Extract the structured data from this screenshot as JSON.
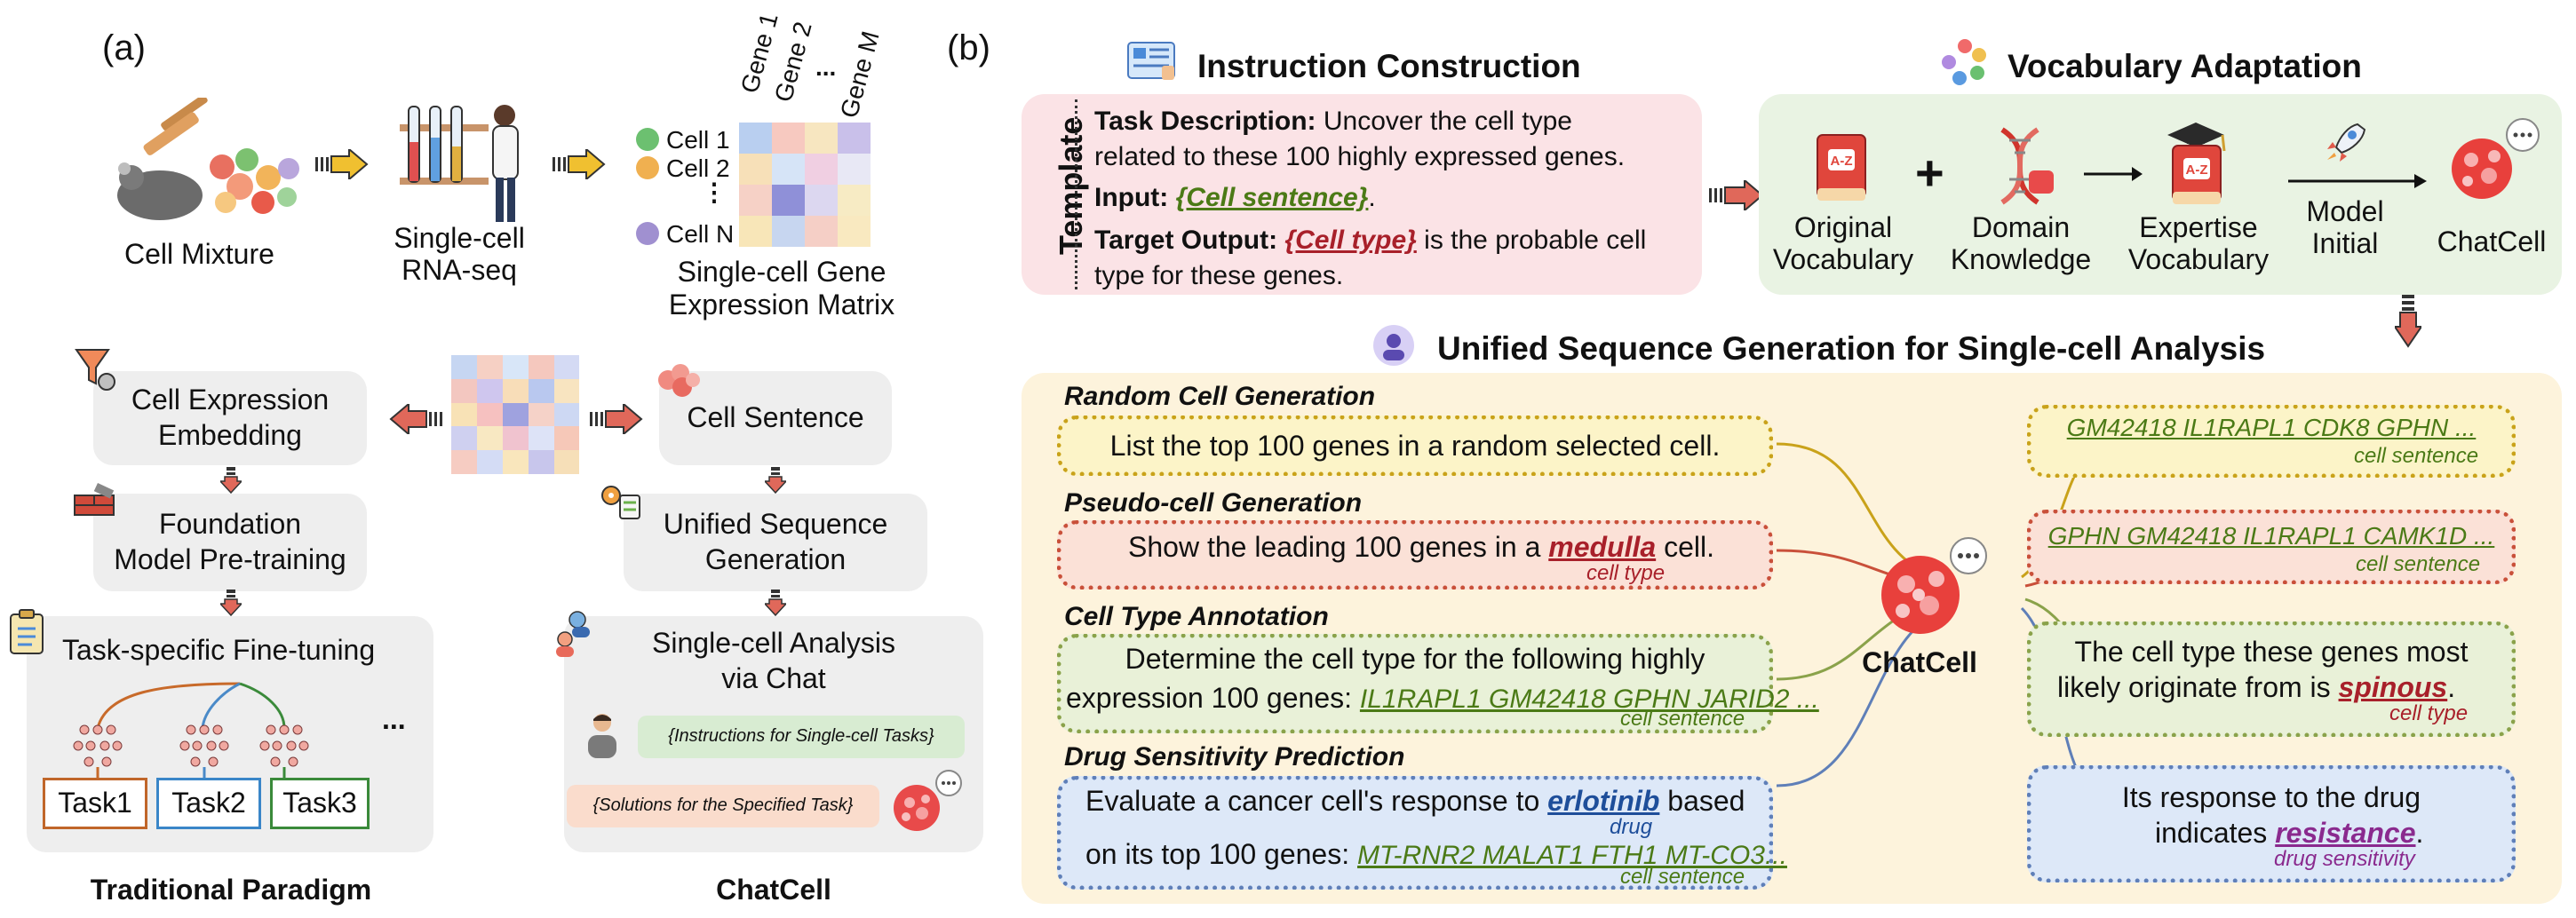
{
  "panel_a": {
    "label": "(a)",
    "top": {
      "cell_mixture": "Cell Mixture",
      "rnaseq_line1": "Single-cell",
      "rnaseq_line2": "RNA-seq",
      "matrix_cols": [
        "Gene 1",
        "Gene 2",
        "...",
        "Gene M"
      ],
      "matrix_rows": [
        "Cell 1",
        "Cell 2",
        "Cell N"
      ],
      "matrix_title_line1": "Single-cell Gene",
      "matrix_title_line2": "Expression Matrix"
    },
    "traditional": {
      "embed_line1": "Cell Expression",
      "embed_line2": "Embedding",
      "found_line1": "Foundation",
      "found_line2": "Model Pre-training",
      "finetune": "Task-specific Fine-tuning",
      "tasks": [
        "Task1",
        "Task2",
        "Task3"
      ],
      "ellipsis": "...",
      "caption": "Traditional Paradigm"
    },
    "chatcell": {
      "sentence": "Cell Sentence",
      "unified_line1": "Unified Sequence",
      "unified_line2": "Generation",
      "analysis_line1": "Single-cell Analysis",
      "analysis_line2": "via Chat",
      "instructions": "{Instructions for Single-cell Tasks}",
      "solutions": "{Solutions for the Specified Task}",
      "caption": "ChatCell"
    }
  },
  "panel_b": {
    "label": "(b)",
    "instruction": {
      "header": "Instruction Construction",
      "template_label": "Template",
      "task_desc_label": "Task Description:",
      "task_desc_line1": "Uncover the cell type",
      "task_desc_line2": "related to these 100 highly expressed genes.",
      "input_label": "Input:",
      "input_value": "{Cell sentence}",
      "input_end": ".",
      "target_label": "Target Output:",
      "target_value": "{Cell type}",
      "target_rest": "is the probable cell",
      "target_line2": "type for these genes."
    },
    "vocab": {
      "header": "Vocabulary Adaptation",
      "original_line1": "Original",
      "original_line2": "Vocabulary",
      "plus": "+",
      "domain_line1": "Domain",
      "domain_line2": "Knowledge",
      "expertise_line1": "Expertise",
      "expertise_line2": "Vocabulary",
      "model_line1": "Model",
      "model_line2": "Initial",
      "chatcell": "ChatCell"
    },
    "unified": {
      "header": "Unified Sequence Generation for Single-cell Analysis",
      "center_label": "ChatCell",
      "tasks": [
        {
          "title": "Random Cell Generation",
          "input": "List the top 100 genes in a random selected cell.",
          "output_genes": "GM42418 IL1RAPL1 CDK8 GPHN ...",
          "output_sub": "cell sentence"
        },
        {
          "title": "Pseudo-cell Generation",
          "input_pre": "Show the leading 100 genes in a",
          "input_key": "medulla",
          "input_post": "cell.",
          "input_sub": "cell type",
          "output_genes": "GPHN GM42418 IL1RAPL1 CAMK1D ...",
          "output_sub": "cell sentence"
        },
        {
          "title": "Cell Type Annotation",
          "input_line1": "Determine the cell type for the following highly",
          "input_line2_pre": "expression 100 genes:",
          "input_genes": "IL1RAPL1 GM42418 GPHN JARID2 ...",
          "input_sub": "cell sentence",
          "output_line1": "The cell type these genes most",
          "output_line2_pre": "likely originate from is",
          "output_key": "spinous",
          "output_end": ".",
          "output_sub": "cell type"
        },
        {
          "title": "Drug Sensitivity Prediction",
          "input_line1_pre": "Evaluate a cancer cell's response to",
          "input_drug": "erlotinib",
          "input_line1_post": "based",
          "input_drug_sub": "drug",
          "input_line2_pre": "on its top 100 genes:",
          "input_genes": "MT-RNR2 MALAT1 FTH1 MT-CO3...",
          "input_sub": "cell sentence",
          "output_line1": "Its response to the drug",
          "output_line2_pre": "indicates",
          "output_key": "resistance",
          "output_end": ".",
          "output_sub": "drug sensitivity"
        }
      ]
    }
  },
  "colors": {
    "arrow_orange": "#f0c030",
    "arrow_red": "#e0685a",
    "template_bg": "#fbe3e6",
    "vocab_bg": "#e9f3e3",
    "unified_bg": "#fdf3dc",
    "yellow_border": "#c9a21a",
    "red_border": "#c9503a",
    "green_border": "#8aa24a",
    "blue_border": "#5f7fb8",
    "gene_green": "#4b7a16",
    "key_red": "#a8202a",
    "drug_blue": "#1e4e9a",
    "resist_purple": "#8a2a8e"
  }
}
